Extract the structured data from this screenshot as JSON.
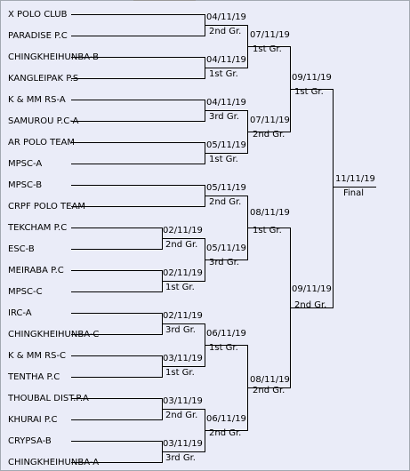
{
  "teams": [
    "X POLO CLUB",
    "PARADISE P.C",
    "CHINGKHEIHUNBA-B",
    "KANGLEIPAK P.S",
    "K & MM RS-A",
    "SAMUROU P.C-A",
    "AR POLO TEAM",
    "MPSC-A",
    "MPSC-B",
    "CRPF POLO TEAM",
    "TEKCHAM P.C",
    "ESC-B",
    "MEIRABA P.C",
    "MPSC-C",
    "IRC-A",
    "CHINGKHEIHUNBA-C",
    "K & MM RS-C",
    "TENTHA P.C",
    "THOUBAL DIST.P.A",
    "KHURAI P.C",
    "CRYPSA-B",
    "CHINGKHEIHUNBA-A"
  ],
  "matches": {
    "r1_a": {
      "date": "04/11/19",
      "ground": "2nd Gr."
    },
    "r1_b": {
      "date": "04/11/19",
      "ground": "1st Gr."
    },
    "r1_c": {
      "date": "04/11/19",
      "ground": "3rd Gr."
    },
    "r1_d": {
      "date": "05/11/19",
      "ground": "1st Gr."
    },
    "r1_e": {
      "date": "05/11/19",
      "ground": "2nd Gr."
    },
    "p_a": {
      "date": "02/11/19",
      "ground": "2nd Gr."
    },
    "p_b": {
      "date": "02/11/19",
      "ground": "1st Gr."
    },
    "r1_f": {
      "date": "05/11/19",
      "ground": "3rd Gr."
    },
    "p_c": {
      "date": "02/11/19",
      "ground": "3rd Gr."
    },
    "p_d": {
      "date": "03/11/19",
      "ground": "1st Gr."
    },
    "r1_g": {
      "date": "06/11/19",
      "ground": "1st Gr."
    },
    "p_e": {
      "date": "03/11/19",
      "ground": "2nd Gr."
    },
    "p_f": {
      "date": "03/11/19",
      "ground": "3rd Gr."
    },
    "r1_h": {
      "date": "06/11/19",
      "ground": "2nd Gr."
    },
    "qf_a": {
      "date": "07/11/19",
      "ground": "1st Gr."
    },
    "qf_b": {
      "date": "07/11/19",
      "ground": "2nd Gr."
    },
    "qf_c": {
      "date": "08/11/19",
      "ground": "1st Gr."
    },
    "qf_d": {
      "date": "08/11/19",
      "ground": "2nd Gr."
    },
    "sf_a": {
      "date": "09/11/19",
      "ground": "1st Gr."
    },
    "sf_b": {
      "date": "09/11/19",
      "ground": "2nd Gr."
    },
    "final": {
      "date": "11/11/19",
      "ground": "Final"
    }
  }
}
